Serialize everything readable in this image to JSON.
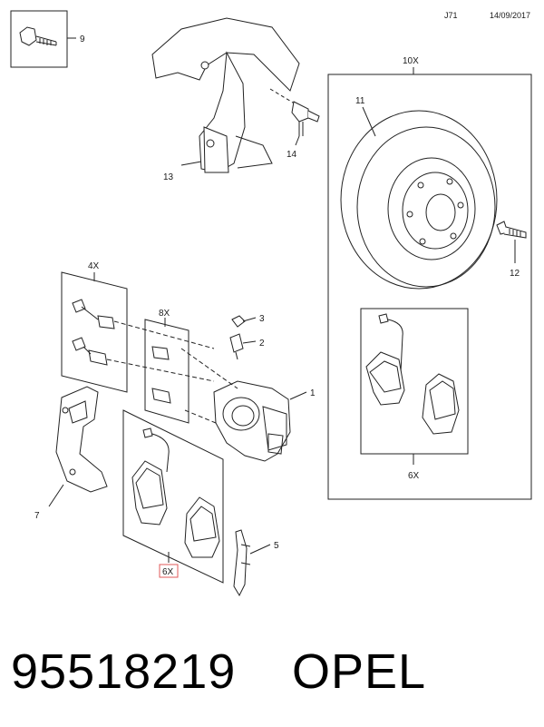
{
  "header": {
    "page_code": "J71",
    "date": "14/09/2017"
  },
  "callouts": {
    "c1": "1",
    "c2": "2",
    "c3": "3",
    "c5": "5",
    "c7": "7",
    "c9": "9",
    "c11": "11",
    "c12": "12",
    "c13": "13",
    "c14": "14",
    "qty_disc": "10X",
    "qty_bolts": "4X",
    "qty_pins": "8X",
    "qty_pads_rear": "6X",
    "qty_pads_front": "6X"
  },
  "footer": {
    "part_number": "95518219",
    "brand": "OPEL"
  },
  "colors": {
    "line": "#222222",
    "highlight": "#e05a5a"
  }
}
